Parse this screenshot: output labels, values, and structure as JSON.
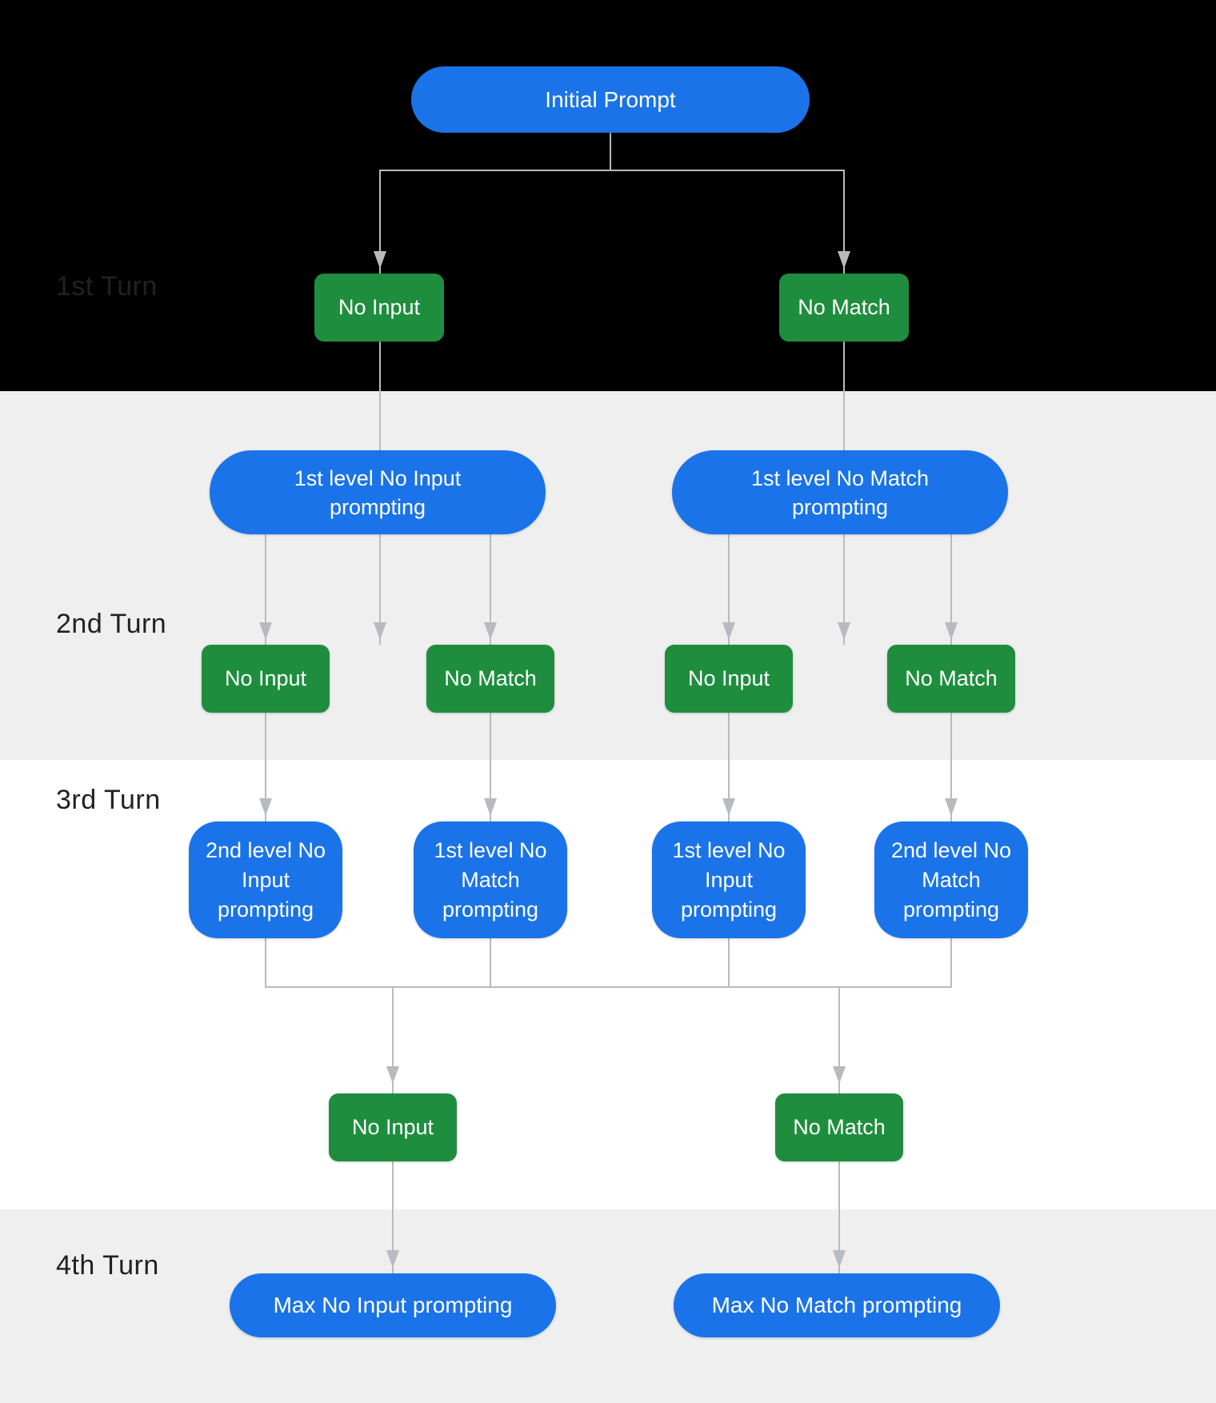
{
  "colors": {
    "blue": "#1a73e8",
    "green": "#1e8e3e",
    "line": "#b7bbbf",
    "black": "#000000",
    "gray": "#efefef",
    "white": "#ffffff",
    "label": "#202124"
  },
  "sections": {
    "turn1": {
      "label": "1st Turn"
    },
    "turn2": {
      "label": "2nd Turn"
    },
    "turn3": {
      "label": "3rd Turn"
    },
    "turn4": {
      "label": "4th Turn"
    }
  },
  "nodes": {
    "initial_prompt": {
      "label": "Initial Prompt"
    },
    "t1_no_input": {
      "label": "No Input"
    },
    "t1_no_match": {
      "label": "No Match"
    },
    "t2_no_input_prompting": {
      "lines": [
        "1st level No Input",
        "prompting"
      ]
    },
    "t2_no_match_prompting": {
      "lines": [
        "1st level No Match",
        "prompting"
      ]
    },
    "t2_no_input_left": {
      "label": "No Input"
    },
    "t2_no_match_left": {
      "label": "No Match"
    },
    "t2_no_input_right": {
      "label": "No Input"
    },
    "t2_no_match_right": {
      "label": "No Match"
    },
    "t3_2nd_no_input": {
      "lines": [
        "2nd level No",
        "Input",
        "prompting"
      ]
    },
    "t3_1st_no_match": {
      "lines": [
        "1st level No",
        "Match",
        "prompting"
      ]
    },
    "t3_1st_no_input": {
      "lines": [
        "1st level No",
        "Input",
        "prompting"
      ]
    },
    "t3_2nd_no_match": {
      "lines": [
        "2nd level No",
        "Match",
        "prompting"
      ]
    },
    "t3_no_input_merged": {
      "label": "No Input"
    },
    "t3_no_match_merged": {
      "label": "No Match"
    },
    "t4_max_no_input": {
      "label": "Max No Input prompting"
    },
    "t4_max_no_match": {
      "label": "Max No Match prompting"
    }
  }
}
